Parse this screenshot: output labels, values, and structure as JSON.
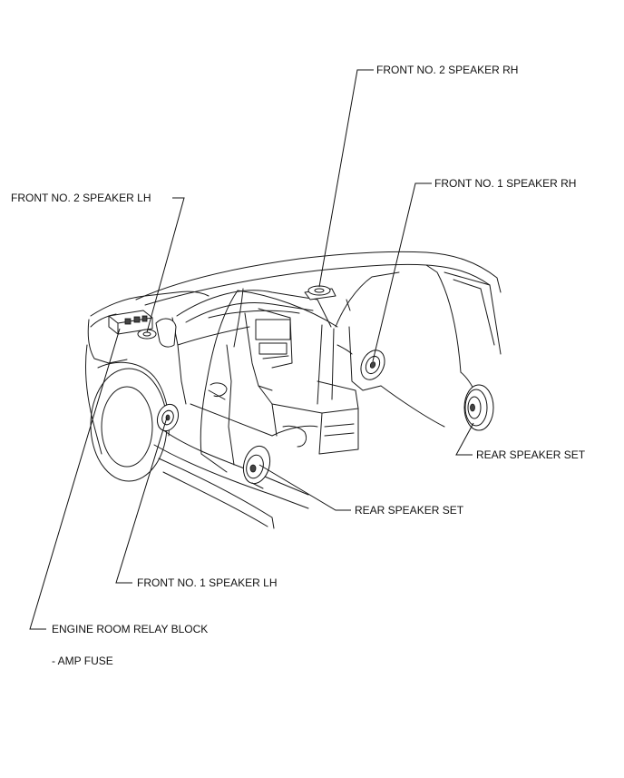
{
  "labels": {
    "front_no2_rh": "FRONT NO. 2 SPEAKER RH",
    "front_no1_rh": "FRONT NO. 1 SPEAKER RH",
    "front_no2_lh": "FRONT NO. 2 SPEAKER LH",
    "rear_set_right": "REAR SPEAKER SET",
    "rear_set_center": "REAR SPEAKER SET",
    "front_no1_lh": "FRONT NO. 1 SPEAKER LH",
    "engine_relay": "ENGINE ROOM RELAY BLOCK",
    "amp_fuse": "- AMP FUSE"
  },
  "colors": {
    "line": "#111111",
    "background": "#ffffff"
  }
}
